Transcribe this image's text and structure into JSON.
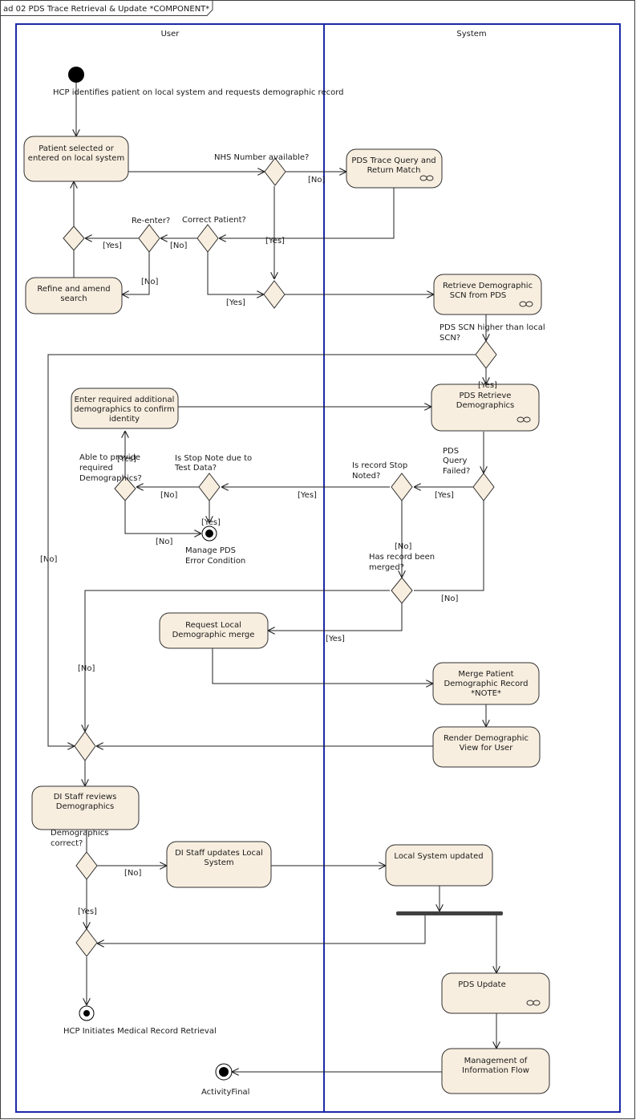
{
  "frame": {
    "title": "ad 02 PDS Trace Retrieval & Update *COMPONENT*"
  },
  "lanes": {
    "user": "User",
    "system": "System"
  },
  "labels": {
    "start": "HCP identifies patient on local system and requests demographic record",
    "nhs_available": "NHS Number available?",
    "correct_patient": "Correct Patient?",
    "re_enter": "Re-enter?",
    "pds_scn_higher_1": "PDS SCN higher than local",
    "pds_scn_higher_2": "SCN?",
    "stop_note_test_1": "Is Stop Note due to",
    "stop_note_test_2": "Test Data?",
    "able_provide_1": "Able to provide",
    "able_provide_2": "required",
    "able_provide_3": "Demographics?",
    "record_stop_1": "Is record Stop",
    "record_stop_2": "Noted?",
    "query_failed_1": "PDS",
    "query_failed_2": "Query",
    "query_failed_3": "Failed?",
    "merged_1": "Has record been",
    "merged_2": "merged?",
    "demo_correct_1": "Demographics",
    "demo_correct_2": "correct?",
    "manage_error_1": "Manage PDS",
    "manage_error_2": "Error Condition",
    "final_user": "HCP Initiates Medical Record Retrieval",
    "final_activity": "ActivityFinal"
  },
  "guards": {
    "no": "[No]",
    "yes": "[Yes]"
  },
  "activities": {
    "patient_selected_1": "Patient selected or",
    "patient_selected_2": "entered on local system",
    "pds_trace_1": "PDS Trace Query and",
    "pds_trace_2": "Return Match",
    "refine_1": "Refine and amend",
    "refine_2": "search",
    "retrieve_scn_1": "Retrieve Demographic",
    "retrieve_scn_2": "SCN from PDS",
    "enter_additional_1": "Enter required additional",
    "enter_additional_2": "demographics to confirm",
    "enter_additional_3": "identity",
    "pds_retrieve_1": "PDS Retrieve",
    "pds_retrieve_2": "Demographics",
    "request_merge_1": "Request Local",
    "request_merge_2": "Demographic merge",
    "merge_record_1": "Merge Patient",
    "merge_record_2": "Demographic Record",
    "merge_record_3": "*NOTE*",
    "render_view_1": "Render Demographic",
    "render_view_2": "View for User",
    "di_reviews_1": "DI Staff reviews",
    "di_reviews_2": "Demographics",
    "di_updates_1": "DI Staff updates Local",
    "di_updates_2": "System",
    "local_updated": "Local System updated",
    "pds_update": "PDS Update",
    "management_1": "Management of",
    "management_2": "Information Flow"
  }
}
